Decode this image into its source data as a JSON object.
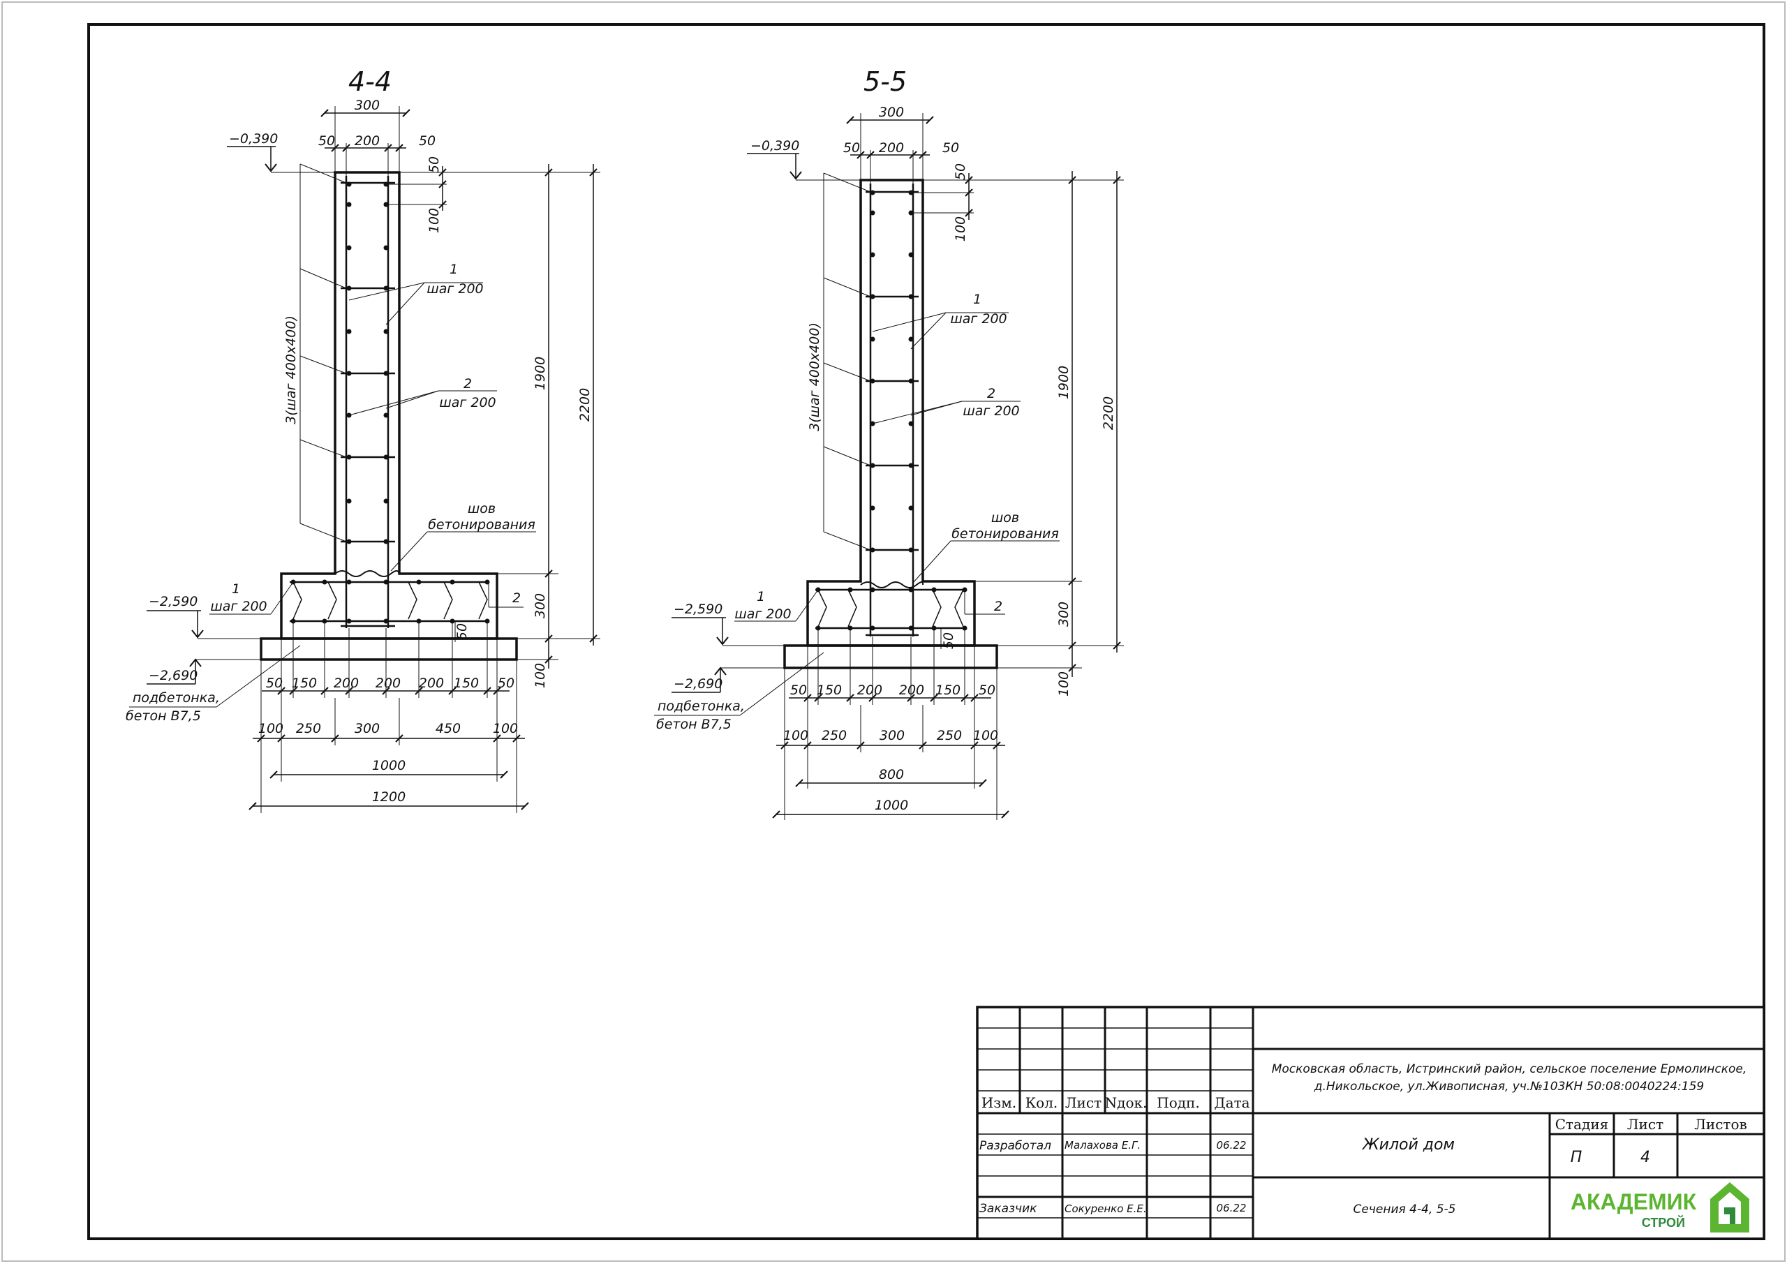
{
  "sections": [
    {
      "title": "4-4",
      "elev_top": "−0,390",
      "elev_mid": "−2,590",
      "elev_bot": "−2,690",
      "top_dims": [
        "300",
        "50",
        "200",
        "50",
        "50",
        "100"
      ],
      "rebar_note": "3(шаг 400x400)",
      "bar1": {
        "num": "1",
        "step": "шаг 200"
      },
      "bar2": {
        "num": "2",
        "step": "шаг 200"
      },
      "joint": [
        "шов",
        "бетонирования"
      ],
      "foot_bar1": {
        "num": "1",
        "step": "шаг 200"
      },
      "foot_bar2": "2",
      "foot_small": "50",
      "right_dims": [
        "1900",
        "2200",
        "300",
        "100"
      ],
      "concrete": [
        "подбетонка,",
        "бетон B7,5"
      ],
      "bottom_row1": [
        "50",
        "150",
        "200",
        "200",
        "200",
        "150",
        "50"
      ],
      "bottom_row2": [
        "100",
        "250",
        "300",
        "450",
        "100"
      ],
      "total_inner": "1000",
      "total_outer": "1200"
    },
    {
      "title": "5-5",
      "elev_top": "−0,390",
      "elev_mid": "−2,590",
      "elev_bot": "−2,690",
      "top_dims": [
        "300",
        "50",
        "200",
        "50",
        "50",
        "100"
      ],
      "rebar_note": "3(шаг 400x400)",
      "bar1": {
        "num": "1",
        "step": "шаг 200"
      },
      "bar2": {
        "num": "2",
        "step": "шаг 200"
      },
      "joint": [
        "шов",
        "бетонирования"
      ],
      "foot_bar1": {
        "num": "1",
        "step": "шаг 200"
      },
      "foot_bar2": "2",
      "foot_small": "50",
      "right_dims": [
        "1900",
        "2200",
        "300",
        "100"
      ],
      "concrete": [
        "подбетонка,",
        "бетон B7,5"
      ],
      "bottom_row1": [
        "50",
        "150",
        "200",
        "200",
        "150",
        "50"
      ],
      "bottom_row2": [
        "100",
        "250",
        "300",
        "250",
        "100"
      ],
      "total_inner": "800",
      "total_outer": "1000"
    }
  ],
  "title_block": {
    "headers": {
      "izm": "Изм.",
      "kol": "Кол.",
      "list": "Лист",
      "ndok": "Nдок.",
      "podp": "Подп.",
      "data": "Дата"
    },
    "address_line1": "Московская область, Истринский район, сельское поселение Ермолинское,",
    "address_line2": "д.Никольское, ул.Живописная, уч.№103КН 50:08:0040224:159",
    "developer_role": "Разработал",
    "developer_name": "Малахова Е.Г.",
    "developer_date": "06.22",
    "customer_role": "Заказчик",
    "customer_name": "Сокуренко Е.Е.",
    "customer_date": "06.22",
    "object": "Жилой дом",
    "sheet_title": "Сечения 4-4, 5-5",
    "stage_label": "Стадия",
    "sheet_label": "Лист",
    "sheets_label": "Листов",
    "stage": "П",
    "sheet": "4",
    "sheets": "",
    "logo_main": "АКАДЕМИК",
    "logo_sub": "СТРОЙ",
    "logo_color": "#5cb531",
    "logo_color_dark": "#2e8b3a"
  }
}
